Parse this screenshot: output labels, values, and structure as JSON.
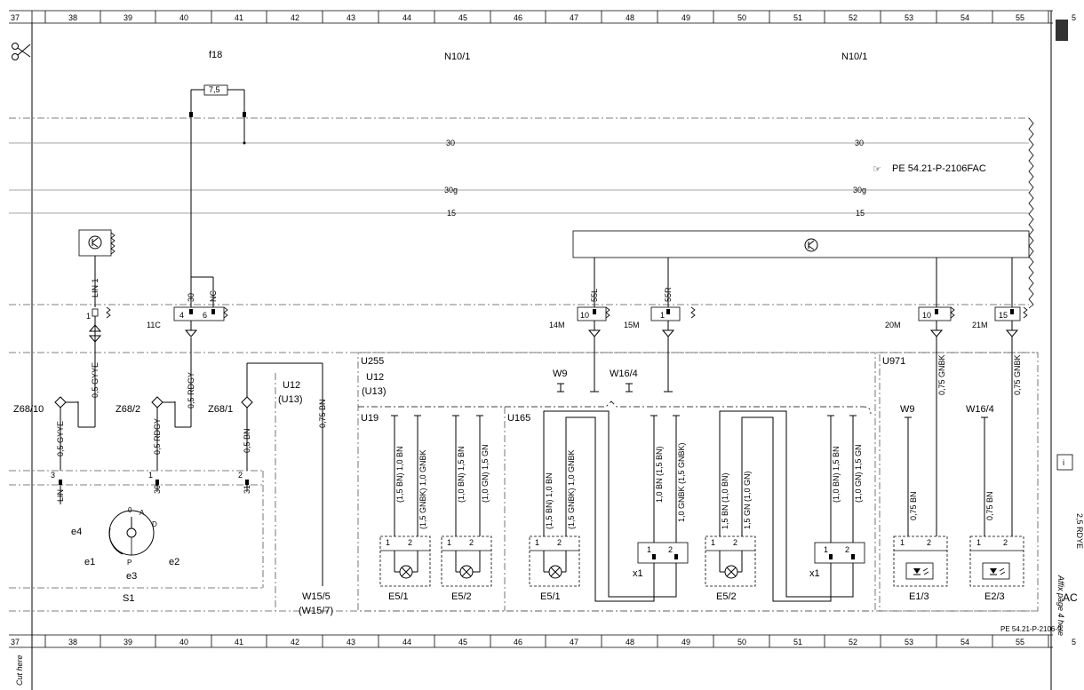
{
  "grid": {
    "top": [
      "37",
      "38",
      "39",
      "40",
      "41",
      "42",
      "43",
      "44",
      "45",
      "46",
      "47",
      "48",
      "49",
      "50",
      "51",
      "52",
      "53",
      "54",
      "55",
      "5"
    ],
    "bottom": [
      "37",
      "38",
      "39",
      "40",
      "41",
      "42",
      "43",
      "44",
      "45",
      "46",
      "47",
      "48",
      "49",
      "50",
      "51",
      "52",
      "53",
      "54",
      "55",
      "5"
    ]
  },
  "side": {
    "cut_here": "Cut here",
    "affix_page": "Affix page 4 here",
    "ref_label": "PE 54.21-P-2106-9",
    "ac": "AC",
    "info_glyph": "i",
    "rdye_label": "2,5 RDYE"
  },
  "top_labels": {
    "f18": "f18",
    "n10_left": "N10/1",
    "n10_right": "N10/1",
    "fuse": "7,5",
    "pe_ref": "PE 54.21-P-2106FAC"
  },
  "rails": {
    "r30": "30",
    "r30g": "30g",
    "r15": "15"
  },
  "connectors": {
    "lin1": "LIN 1",
    "c11": "11C",
    "t30": "30",
    "tnc": "NC",
    "p4": "4",
    "p6": "6",
    "p1": "1",
    "c14m": "14M",
    "c15m": "15M",
    "c20m": "20M",
    "c21m": "21M",
    "w55l": "55L",
    "w55r": "55R",
    "p10a": "10",
    "p1b": "1",
    "p10b": "10",
    "p15": "15"
  },
  "left_section": {
    "z68_10": "Z68/10",
    "z68_2": "Z68/2",
    "z68_1": "Z68/1",
    "w_gyye_a": "0,5 GYYE",
    "w_gyye_b": "0,5 GYYE",
    "w_rdgy_a": "0,5 RDGY",
    "w_rdgy_b": "0,5 RDGY",
    "w_bn_a": "0,5 BN",
    "w_bn_b": "0,75 BN",
    "u12": "U12",
    "u13": "(U13)",
    "pin3": "3",
    "pin1": "1",
    "pin2": "2",
    "lin": "LIN",
    "p30": "30",
    "p31": "31",
    "e4": "e4",
    "e1": "e1",
    "e2": "e2",
    "e3": "e3",
    "s1": "S1",
    "w15_5": "W15/5",
    "w15_7": "(W15/7)",
    "sw_0": "0",
    "sw_a": "A",
    "sw_d": "D",
    "sw_p": "P"
  },
  "u255": {
    "title": "U255",
    "u12": "U12",
    "u13": "(U13)",
    "w9": "W9",
    "w16_4": "W16/4",
    "u19": "U19",
    "u165": "U165",
    "wires": {
      "u19_a": "(1,5 BN) 1,0 BN",
      "u19_b": "(1,5 GNBK) 1,0 GNBK",
      "u19_c": "(1,0 BN) 1,5 BN",
      "u19_d": "(1,0 GN) 1,5 GN",
      "u165_a": "(1,5 BN) 1,0 BN",
      "u165_b": "(1,5 GNBK) 1,0 GNBK",
      "u165_c": "1,0 BN (1,5 BN)",
      "u165_d": "1,0 GNBK (1,5 GNBK)",
      "u165_e": "1,5 BN (1,0 BN)",
      "u165_f": "1,5 GN (1,0 GN)",
      "u165_g": "(1,0 BN) 1,5 BN",
      "u165_h": "(1,0 GN) 1,5 GN"
    },
    "lamps": [
      "E5/1",
      "E5/2",
      "E5/1",
      "E5/2"
    ],
    "x1": "x1",
    "pin1": "1",
    "pin2": "2"
  },
  "u971": {
    "title": "U971",
    "w9": "W9",
    "w16_4": "W16/4",
    "wire_a": "0,75 GNBK",
    "wire_b": "0,75 GNBK",
    "wire_c": "0,75 BN",
    "wire_d": "0,75 BN",
    "lamps": [
      "E1/3",
      "E2/3"
    ],
    "pin1": "1",
    "pin2": "2"
  }
}
